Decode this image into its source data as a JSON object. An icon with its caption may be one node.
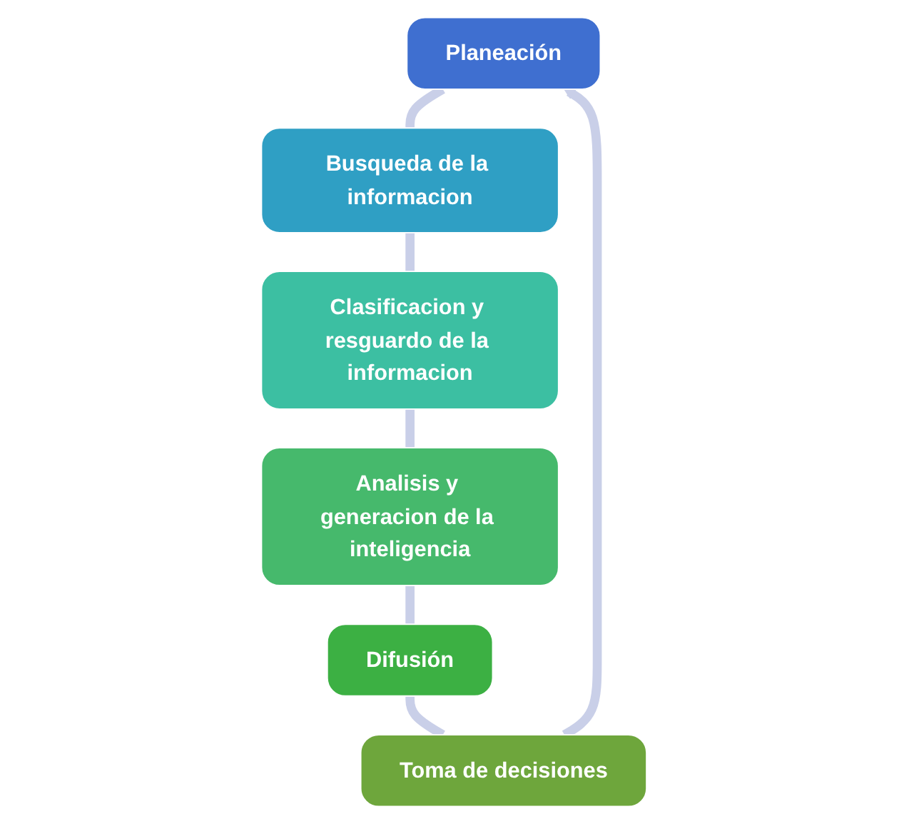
{
  "diagram": {
    "nodes": [
      {
        "text": [
          "Planeación"
        ]
      },
      {
        "text": [
          "Busqueda de la informacion"
        ]
      },
      {
        "text": [
          "Clasificacion y resguardo de la informacion"
        ]
      },
      {
        "text": [
          "Analisis y generacion de la inteligencia"
        ]
      },
      {
        "text": [
          "Difusión"
        ]
      },
      {
        "text": [
          "Toma de decisiones"
        ]
      }
    ],
    "edges": [
      {
        "from": 0,
        "to": 1,
        "arrow": "none"
      },
      {
        "from": 1,
        "to": 2,
        "arrow": "none"
      },
      {
        "from": 2,
        "to": 3,
        "arrow": "none"
      },
      {
        "from": 3,
        "to": 4,
        "arrow": "none"
      },
      {
        "from": 4,
        "to": 5,
        "arrow": "none"
      },
      {
        "from": 5,
        "to": 0,
        "arrow": "to"
      }
    ]
  }
}
